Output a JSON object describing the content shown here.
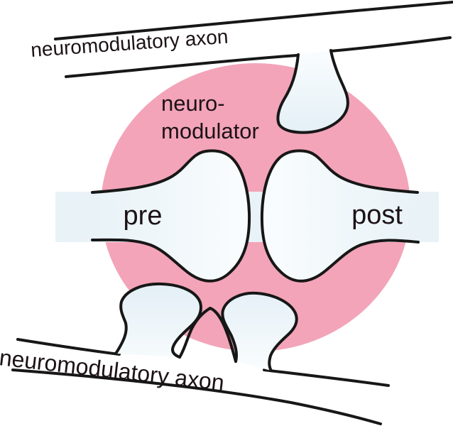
{
  "labels": {
    "top_axon": "neuromodulatory axon",
    "bottom_axon": "neuromodulatory axon",
    "neuromodulator_line1": "neuro-",
    "neuromodulator_line2": "modulator",
    "pre_terminal": "pre",
    "post_terminal": "post"
  },
  "colors": {
    "background": "#ffffff",
    "neuromodulator_pink": "#f3a4b9",
    "axon_fill_blue": "#e8f2f7",
    "terminal_highlight": "#fafdfe",
    "terminal_shade": "#e3eff6",
    "outline_black": "#171717",
    "text_dark": "#1c1216"
  }
}
